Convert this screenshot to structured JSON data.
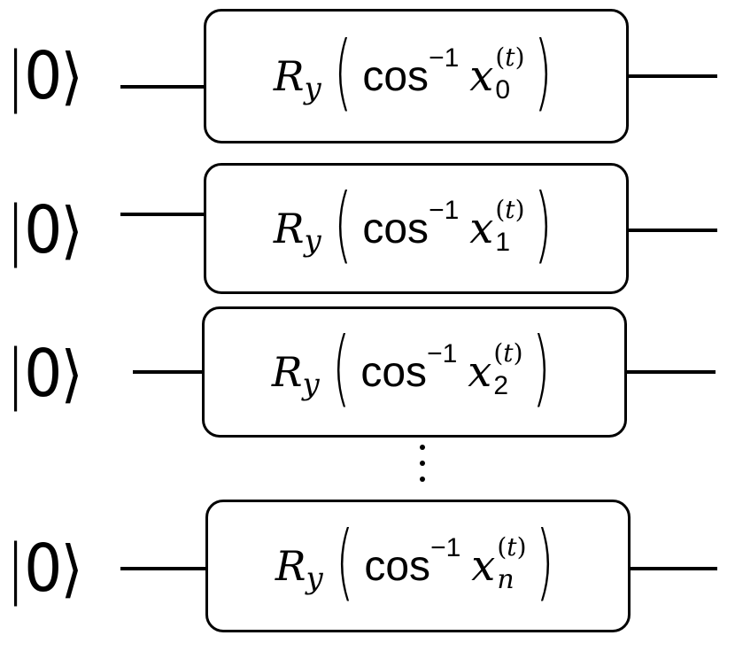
{
  "qubits": [
    {
      "ket": {
        "bar": "|",
        "value": "0",
        "angle": "⟩"
      },
      "gate": {
        "rotation": "R",
        "axis": "y",
        "open_paren": "(",
        "func": "cos",
        "inverse": "−1",
        "var": "x",
        "superscript_open": "(",
        "superscript_var": "t",
        "superscript_close": ")",
        "subscript": "0",
        "close_paren": ")"
      }
    },
    {
      "ket": {
        "bar": "|",
        "value": "0",
        "angle": "⟩"
      },
      "gate": {
        "rotation": "R",
        "axis": "y",
        "open_paren": "(",
        "func": "cos",
        "inverse": "−1",
        "var": "x",
        "superscript_open": "(",
        "superscript_var": "t",
        "superscript_close": ")",
        "subscript": "1",
        "close_paren": ")"
      }
    },
    {
      "ket": {
        "bar": "|",
        "value": "0",
        "angle": "⟩"
      },
      "gate": {
        "rotation": "R",
        "axis": "y",
        "open_paren": "(",
        "func": "cos",
        "inverse": "−1",
        "var": "x",
        "superscript_open": "(",
        "superscript_var": "t",
        "superscript_close": ")",
        "subscript": "2",
        "close_paren": ")"
      }
    },
    {
      "ket": {
        "bar": "|",
        "value": "0",
        "angle": "⟩"
      },
      "gate": {
        "rotation": "R",
        "axis": "y",
        "open_paren": "(",
        "func": "cos",
        "inverse": "−1",
        "var": "x",
        "superscript_open": "(",
        "superscript_var": "t",
        "superscript_close": ")",
        "subscript": "n",
        "close_paren": ")"
      }
    }
  ],
  "colors": {
    "line": "#000000",
    "background": "#ffffff"
  }
}
